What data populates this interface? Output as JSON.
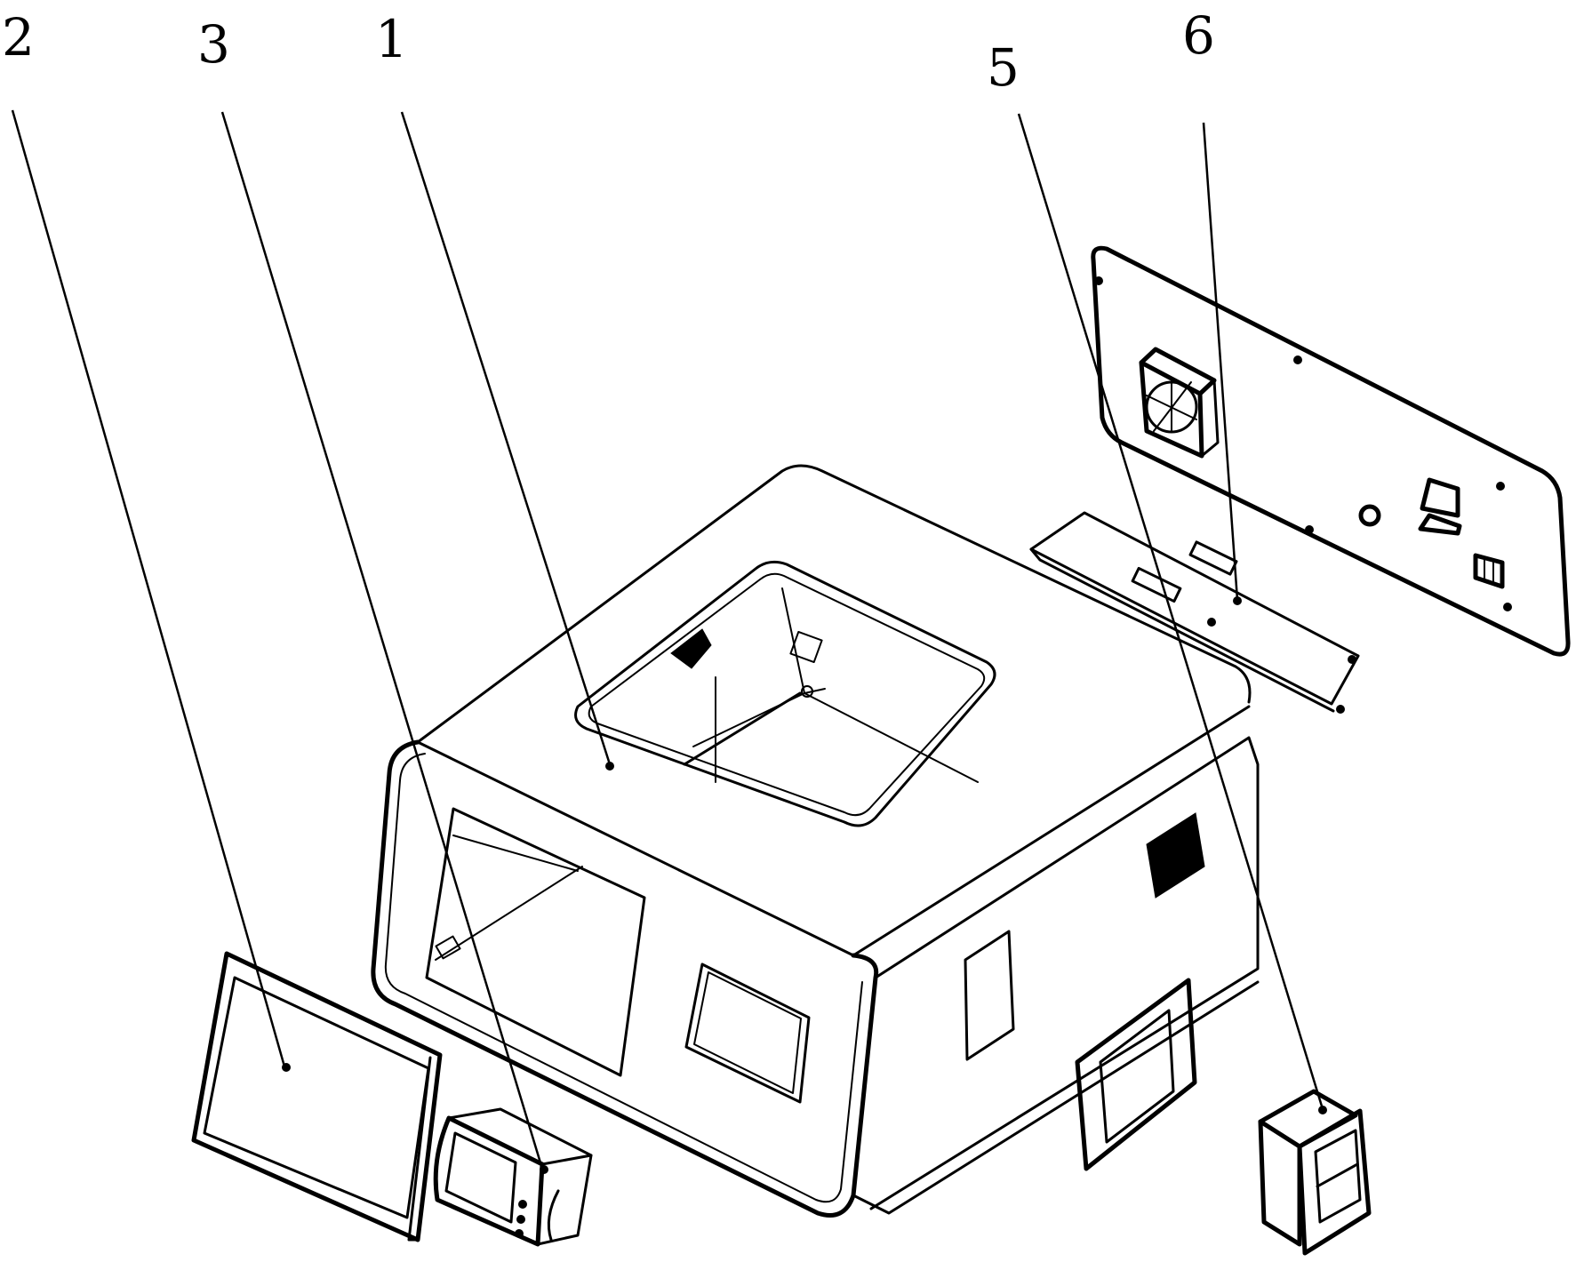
{
  "figure": {
    "type": "exploded assembly drawing",
    "background": "#ffffff",
    "line_color": "#000000"
  },
  "labels": [
    {
      "id": "label-2",
      "text": "2",
      "part": "display-panel"
    },
    {
      "id": "label-3",
      "text": "3",
      "part": "printer-module"
    },
    {
      "id": "label-1",
      "text": "1",
      "part": "housing"
    },
    {
      "id": "label-5",
      "text": "5",
      "part": "meter-module"
    },
    {
      "id": "label-6",
      "text": "6",
      "part": "circuit-board"
    }
  ],
  "parts": [
    {
      "id": "housing",
      "ref": "1"
    },
    {
      "id": "display-panel",
      "ref": "2"
    },
    {
      "id": "printer-module",
      "ref": "3"
    },
    {
      "id": "meter-module",
      "ref": "5"
    },
    {
      "id": "circuit-board",
      "ref": "6"
    },
    {
      "id": "rear-panel",
      "ref": ""
    },
    {
      "id": "side-cover-plate",
      "ref": ""
    }
  ]
}
